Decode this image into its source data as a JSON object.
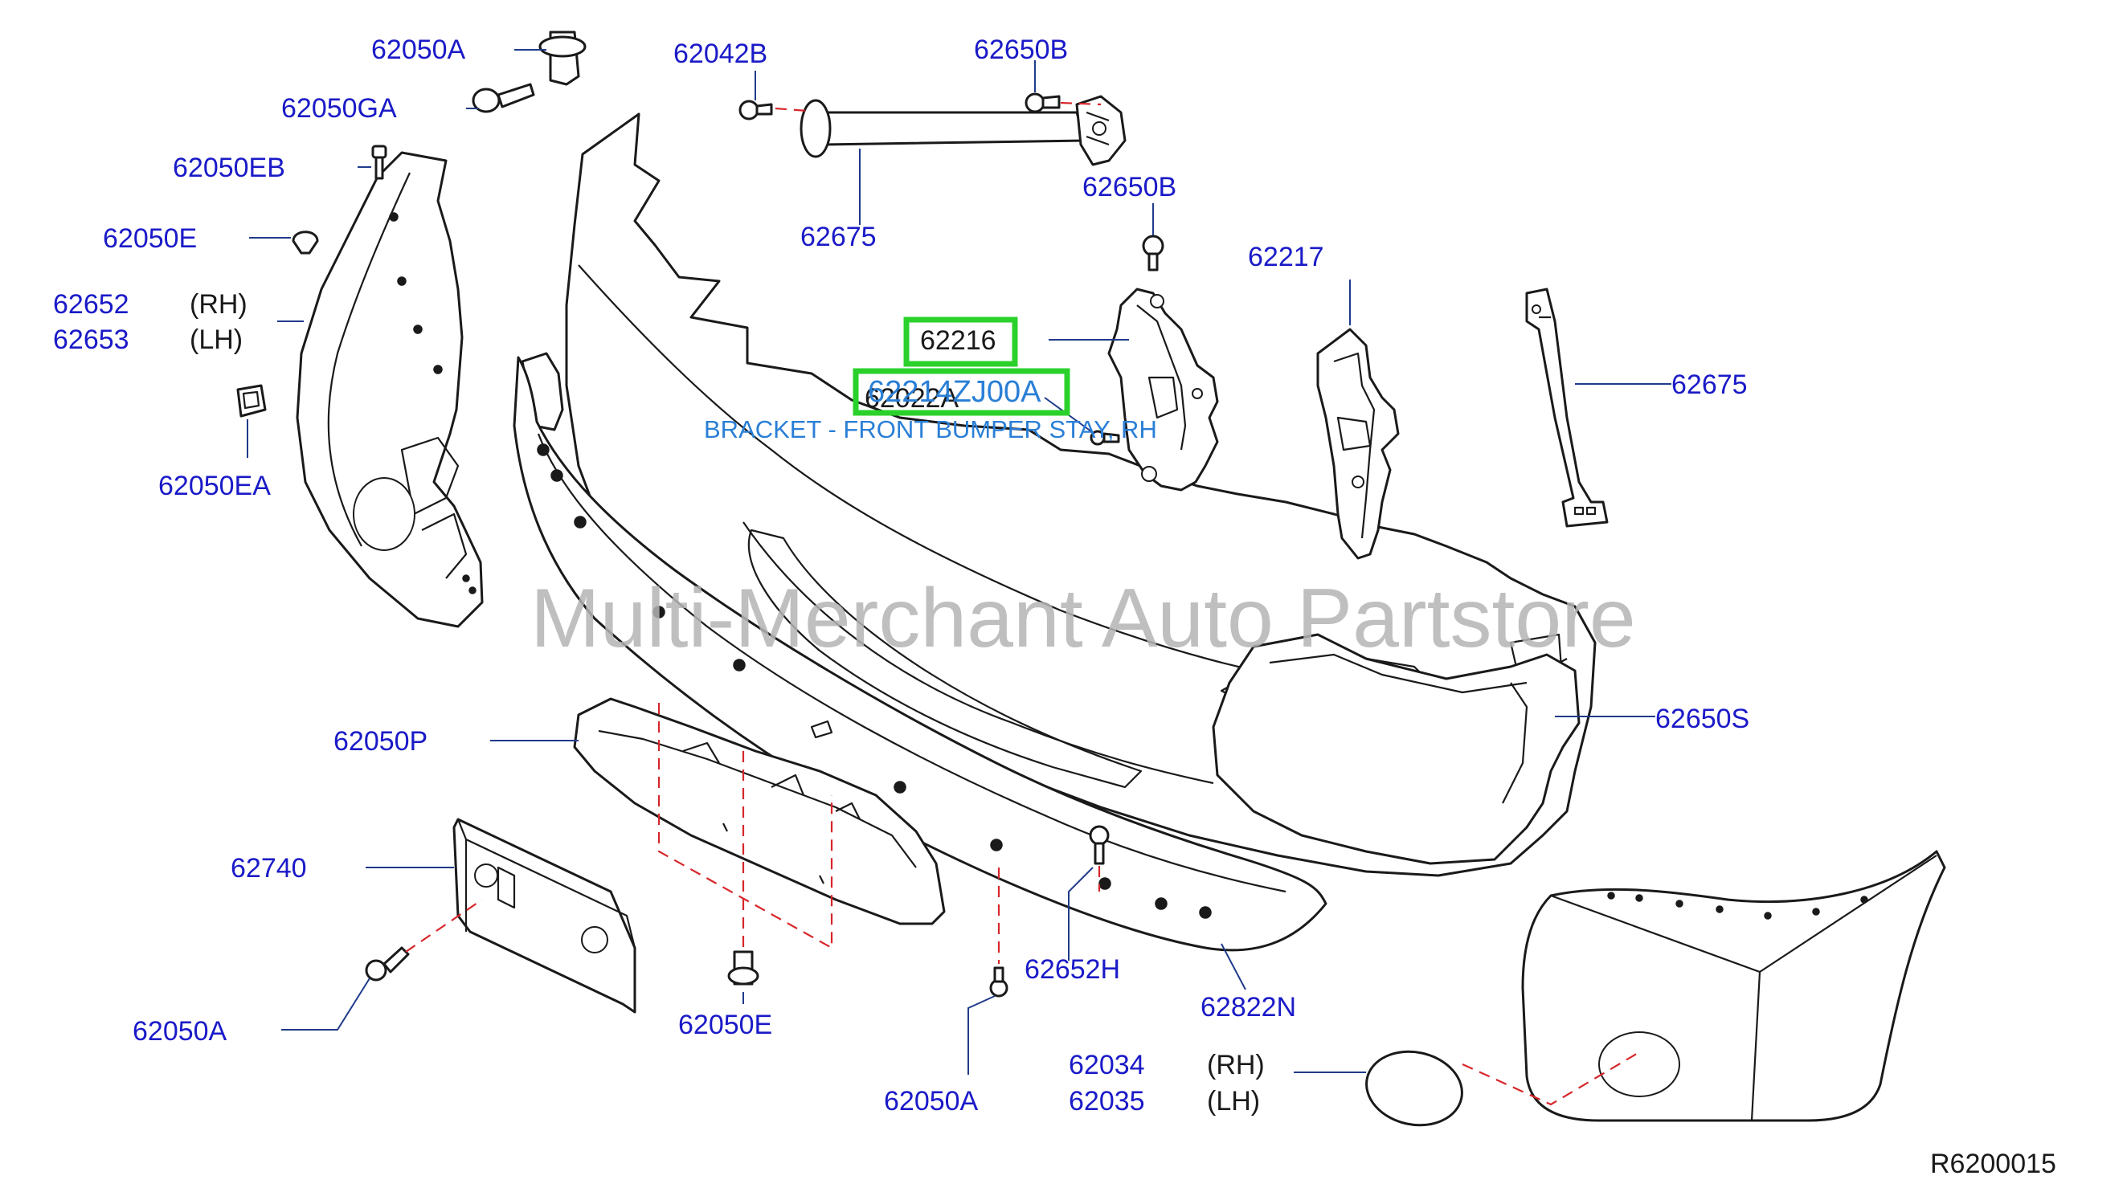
{
  "watermark": "Multi-Merchant Auto Partstore",
  "diagram_id": "R6200015",
  "labels": {
    "l_62050A_top": "62050A",
    "l_62050GA": "62050GA",
    "l_62050EB": "62050EB",
    "l_62050E_left": "62050E",
    "l_62652": "62652",
    "l_62653": "62653",
    "l_rh_left": "(RH)",
    "l_lh_left": "(LH)",
    "l_62050EA": "62050EA",
    "l_62042B": "62042B",
    "l_62650B_top": "62650B",
    "l_62675_top": "62675",
    "l_62650B_mid": "62650B",
    "l_62217": "62217",
    "l_62675_right": "62675",
    "l_62216": "62216",
    "l_62022A": "62022A",
    "l_62650S": "62650S",
    "l_62050P": "62050P",
    "l_62740": "62740",
    "l_62652H": "62652H",
    "l_62822N": "62822N",
    "l_62050A_bottom_left": "62050A",
    "l_62050E_bottom": "62050E",
    "l_62050A_bottom": "62050A",
    "l_62034": "62034",
    "l_62035": "62035",
    "l_rh_bottom": "(RH)",
    "l_lh_bottom": "(LH)"
  },
  "highlight": {
    "part_number": "62214ZJ00A",
    "description": "BRACKET - FRONT BUMPER STAY, RH"
  },
  "colors": {
    "label_blue": "#1a1ac8",
    "leader_blue": "#1f3b8a",
    "dashed_red": "#d7262b",
    "highlight_green": "#2bd12b",
    "highlight_text_blue": "#2a7fd6",
    "watermark_gray": "#b4b4b4",
    "outline_black": "#1a1a1a"
  }
}
